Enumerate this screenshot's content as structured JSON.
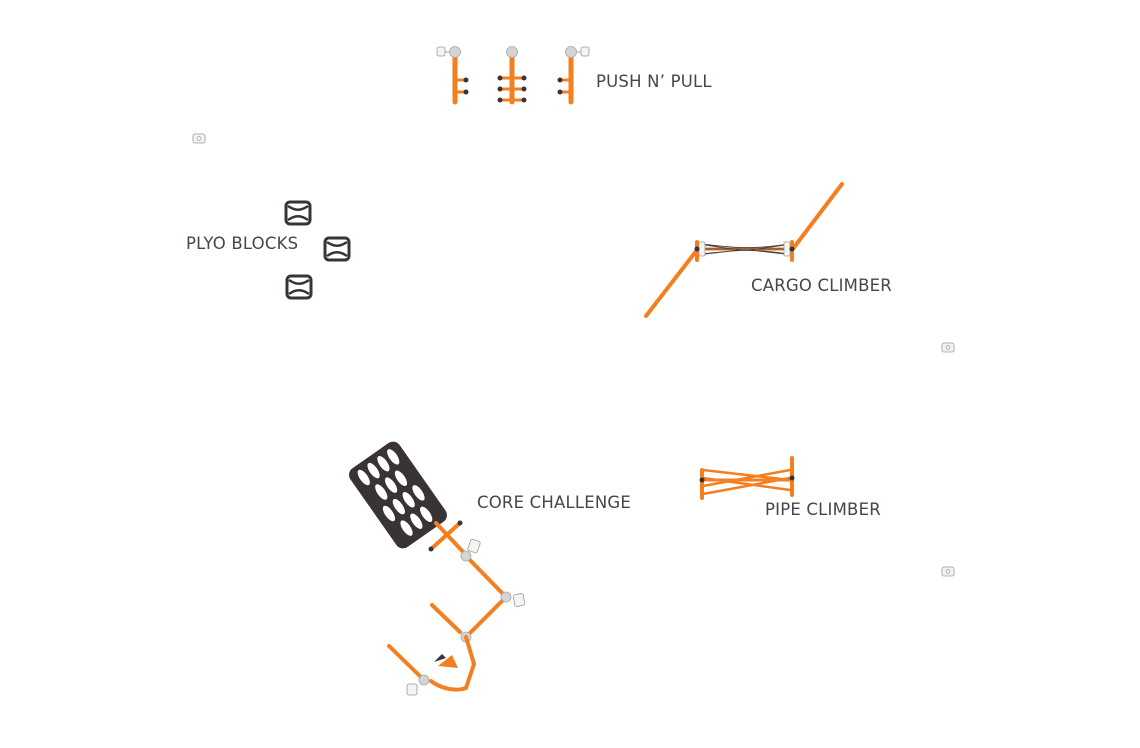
{
  "stations": {
    "push_n_pull": "PUSH N’ PULL",
    "plyo_blocks": "PLYO BLOCKS",
    "cargo_climber": "CARGO CLIMBER",
    "core_challenge": "CORE CHALLENGE",
    "pipe_climber": "PIPE CLIMBER"
  },
  "colors": {
    "equipment": "#f47f20",
    "blocks": "#3a3335",
    "labels": "#4a4447"
  }
}
